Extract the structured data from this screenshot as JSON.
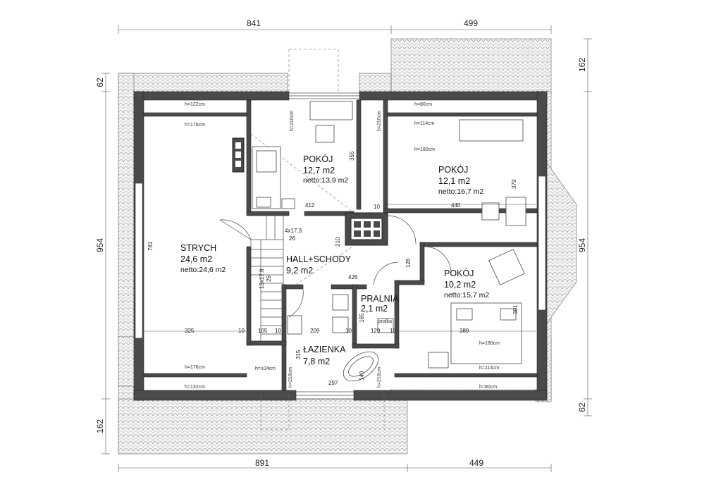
{
  "dimensions": {
    "top_left": "841",
    "top_right": "499",
    "bottom_left": "891",
    "bottom_right": "449",
    "left_height": "954",
    "right_height": "954",
    "left_top": "62",
    "left_bottom": "162",
    "right_top": "162",
    "right_bottom": "62"
  },
  "rooms": {
    "strych": {
      "name": "STRYCH",
      "area": "24,6 m2",
      "netto": "netto:24,6 m2"
    },
    "pokoj_top": {
      "name": "POKÓJ",
      "area": "12,7 m2",
      "netto": "netto:13,9 m2"
    },
    "pokoj_right": {
      "name": "POKÓJ",
      "area": "12,1 m2",
      "netto": "netto:16,7 m2"
    },
    "pokoj_lower": {
      "name": "POKÓJ",
      "area": "10,2 m2",
      "netto": "netto:15,7 m2"
    },
    "hall": {
      "name": "HALL+SCHODY",
      "area": "9,2 m2"
    },
    "pralnia": {
      "name": "PRALNIA",
      "area": "2,1 m2"
    },
    "lazienka": {
      "name": "ŁAZIENKA",
      "area": "7,8 m2"
    }
  },
  "inner_dims": {
    "d412": "412",
    "d440": "440",
    "d355": "355",
    "d379": "379",
    "d781": "781",
    "d325": "325",
    "d389": "389",
    "d391": "391",
    "d209": "209",
    "d105": "105",
    "d129": "129",
    "d165": "165",
    "d315": "315",
    "d426": "426",
    "d210": "210",
    "d126": "126",
    "d297": "297",
    "d140": "140",
    "d10": "10",
    "stairs1": "4x17,3",
    "stairs1b": "26",
    "stairs2": "13x17,8",
    "stairs2b": "26"
  },
  "heights": {
    "h122": "h=122cm",
    "h176": "h=176cm",
    "h210a": "h=210cm",
    "h210b": "h=210cm",
    "h80a": "h=80cm",
    "h114a": "h=114cm",
    "h180a": "h=180cm",
    "h180b": "h=180cm",
    "h114b": "h=114cm",
    "h80b": "h=80cm",
    "h176b": "h=176cm",
    "h132": "h=132cm",
    "h104": "h=104cm",
    "h210c": "h=210cm",
    "h210d": "h=210cm"
  },
  "labels": {
    "pralka": "pralka"
  }
}
